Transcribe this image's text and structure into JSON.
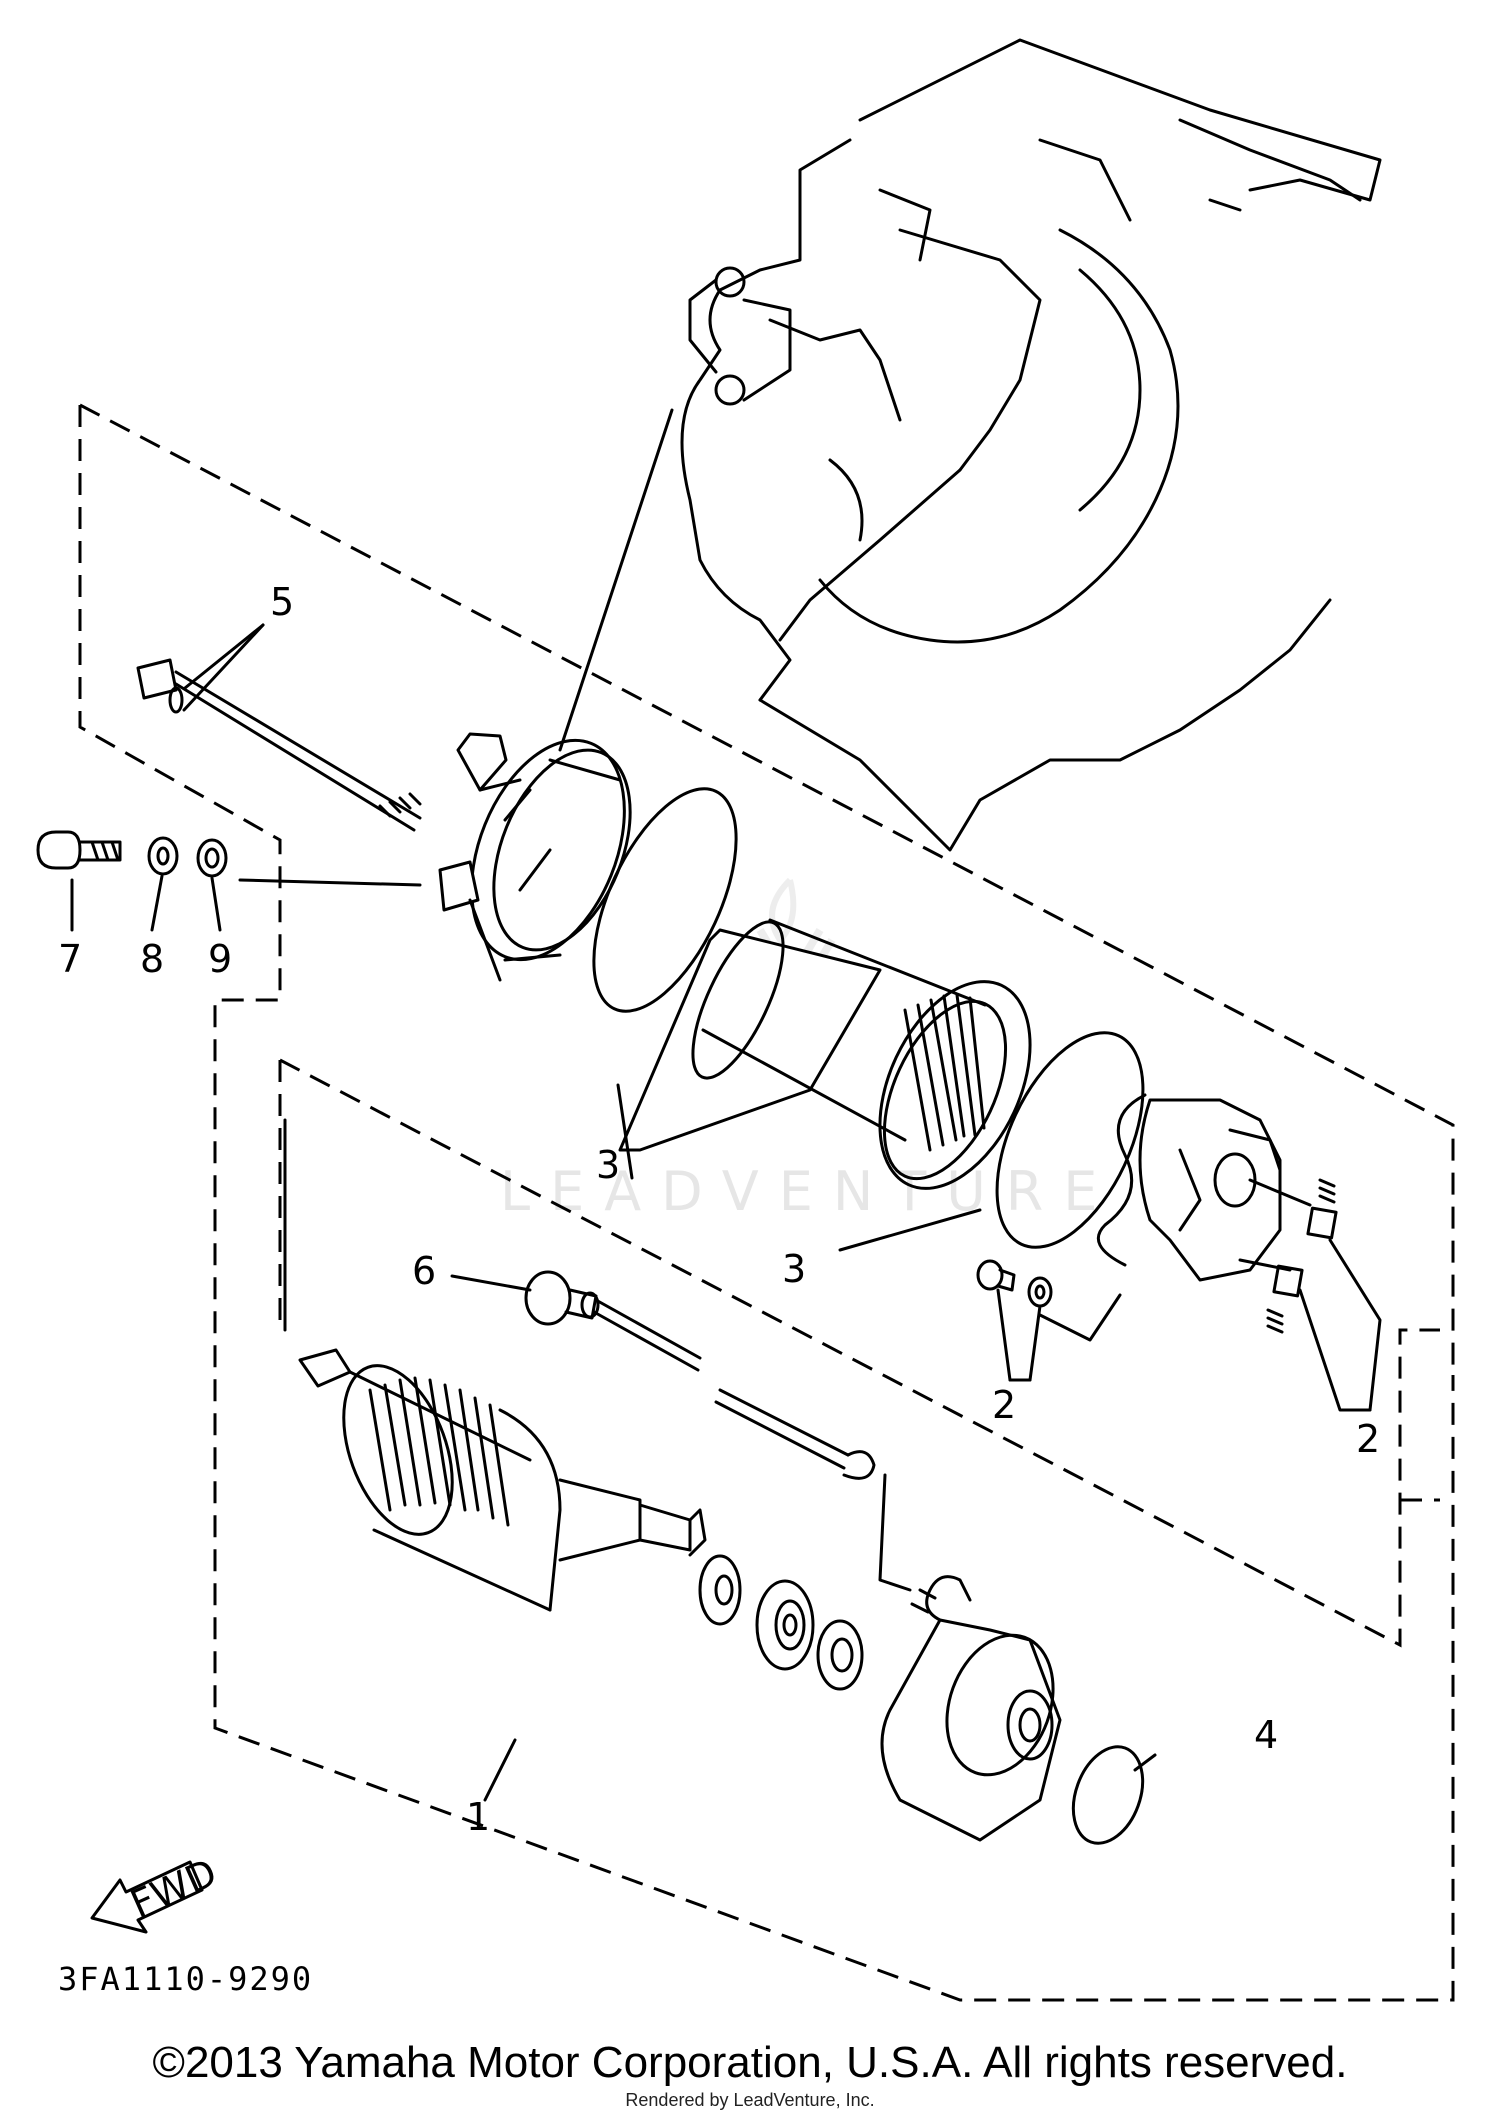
{
  "diagram_code": "3FA1110-9290",
  "copyright": "©2013 Yamaha Motor Corporation, U.S.A. All rights reserved.",
  "rendered_by": "Rendered by LeadVenture, Inc.",
  "watermark": "LEADVENTURE",
  "fwd_label": "FWD",
  "callouts": {
    "part_1": "1",
    "part_2a": "2",
    "part_2b": "2",
    "part_3a": "3",
    "part_3b": "3",
    "part_4": "4",
    "part_5": "5",
    "part_6": "6",
    "part_7": "7",
    "part_8": "8",
    "part_9": "9"
  }
}
